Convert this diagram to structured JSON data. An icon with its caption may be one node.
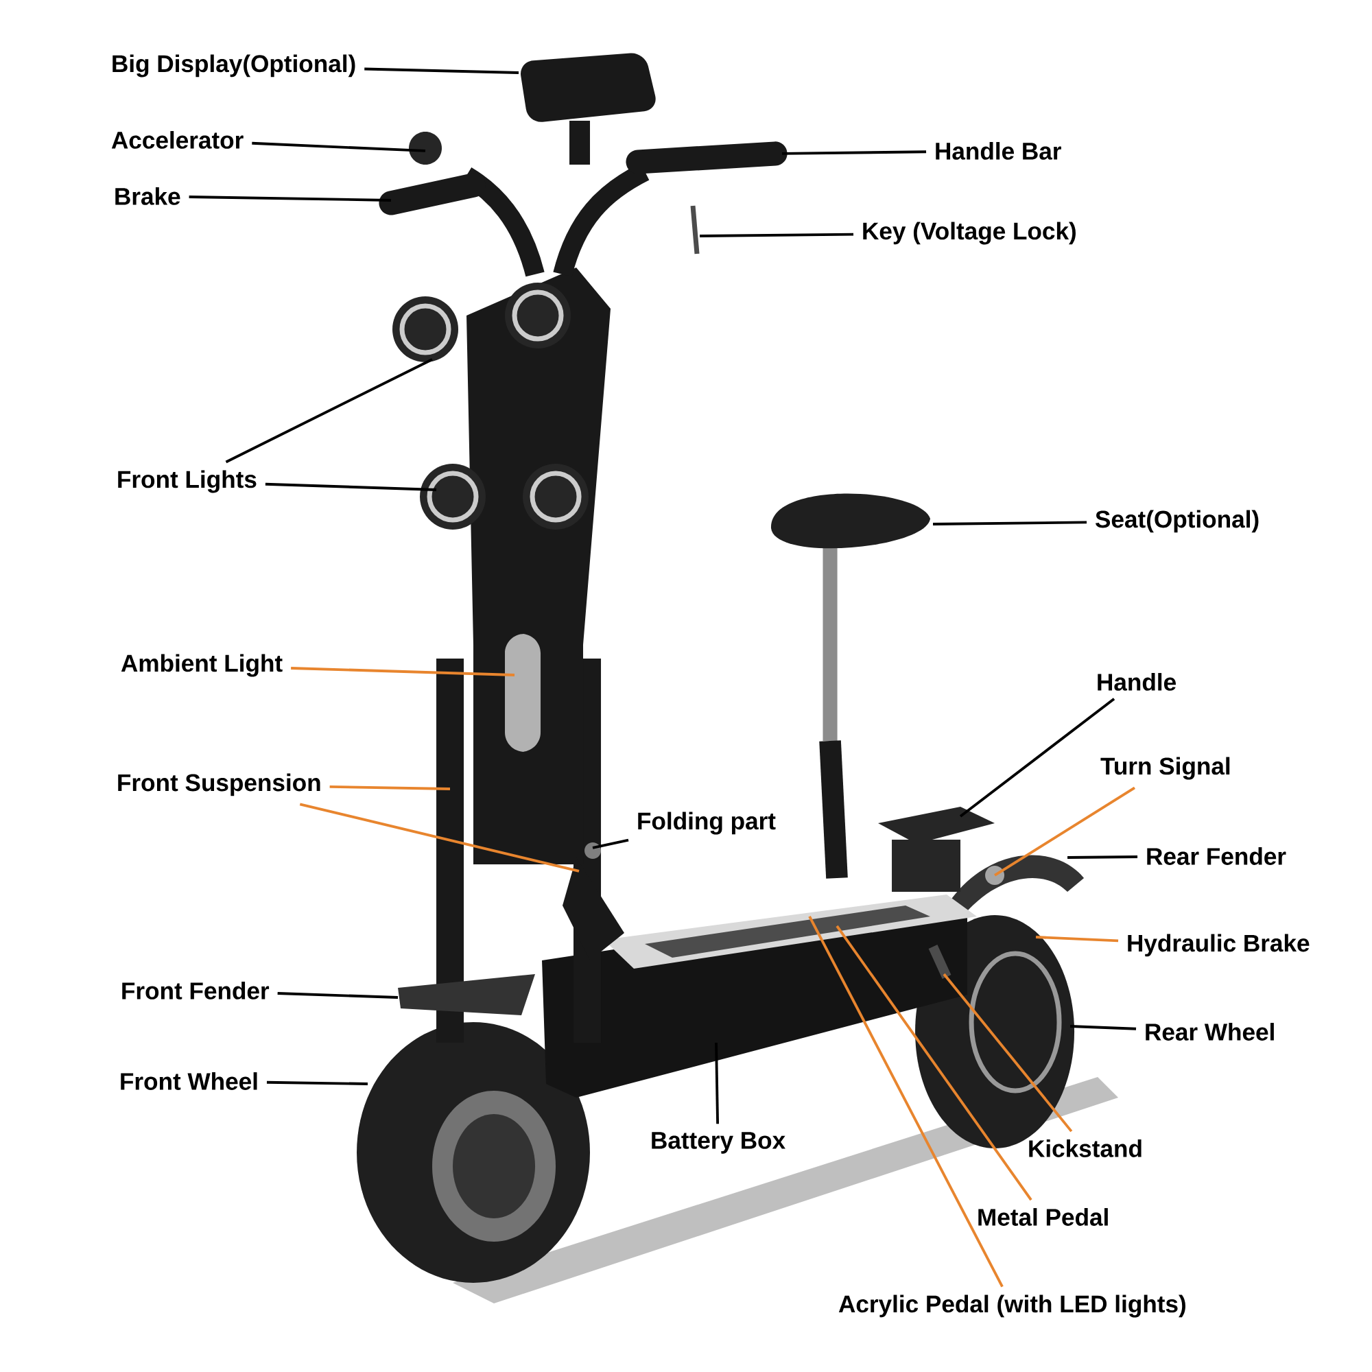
{
  "diagram": {
    "nodes": [
      {
        "text": [
          "Big Display(Optional)"
        ]
      },
      {
        "text": [
          "Accelerator"
        ]
      },
      {
        "text": [
          "Brake"
        ]
      },
      {
        "text": [
          "Handle Bar"
        ]
      },
      {
        "text": [
          "Key (Voltage Lock)"
        ]
      },
      {
        "text": [
          "Front Lights"
        ]
      },
      {
        "text": [
          "Seat(Optional)"
        ]
      },
      {
        "text": [
          "Ambient Light"
        ]
      },
      {
        "text": [
          "Handle"
        ]
      },
      {
        "text": [
          "Turn Signal"
        ]
      },
      {
        "text": [
          "Front Suspension"
        ]
      },
      {
        "text": [
          "Folding part"
        ]
      },
      {
        "text": [
          "Rear Fender"
        ]
      },
      {
        "text": [
          "Front Fender"
        ]
      },
      {
        "text": [
          "Hydraulic Brake"
        ]
      },
      {
        "text": [
          "Rear Wheel"
        ]
      },
      {
        "text": [
          "Front Wheel"
        ]
      },
      {
        "text": [
          "Battery Box"
        ]
      },
      {
        "text": [
          "Kickstand"
        ]
      },
      {
        "text": [
          "Metal Pedal"
        ]
      },
      {
        "text": [
          "Acrylic Pedal (with LED lights)"
        ]
      }
    ],
    "edges": [
      {
        "from": 0,
        "to": null,
        "arrow": "none"
      },
      {
        "from": 1,
        "to": null,
        "arrow": "none"
      },
      {
        "from": 2,
        "to": null,
        "arrow": "none"
      },
      {
        "from": 3,
        "to": null,
        "arrow": "none"
      },
      {
        "from": 4,
        "to": null,
        "arrow": "none"
      },
      {
        "from": 5,
        "to": null,
        "arrow": "none"
      },
      {
        "from": 5,
        "to": null,
        "arrow": "none"
      },
      {
        "from": 6,
        "to": null,
        "arrow": "none"
      },
      {
        "from": 7,
        "to": null,
        "arrow": "none",
        "color": "#e8852e"
      },
      {
        "from": 8,
        "to": null,
        "arrow": "none"
      },
      {
        "from": 9,
        "to": null,
        "arrow": "none",
        "color": "#e8852e"
      },
      {
        "from": 10,
        "to": null,
        "arrow": "none",
        "color": "#e8852e"
      },
      {
        "from": 10,
        "to": null,
        "arrow": "none",
        "color": "#e8852e"
      },
      {
        "from": 11,
        "to": null,
        "arrow": "none"
      },
      {
        "from": 12,
        "to": null,
        "arrow": "none"
      },
      {
        "from": 13,
        "to": null,
        "arrow": "none"
      },
      {
        "from": 14,
        "to": null,
        "arrow": "none",
        "color": "#e8852e"
      },
      {
        "from": 15,
        "to": null,
        "arrow": "none"
      },
      {
        "from": 16,
        "to": null,
        "arrow": "none"
      },
      {
        "from": 17,
        "to": null,
        "arrow": "none"
      },
      {
        "from": 18,
        "to": null,
        "arrow": "none",
        "color": "#e8852e"
      },
      {
        "from": 19,
        "to": null,
        "arrow": "none",
        "color": "#e8852e"
      },
      {
        "from": 20,
        "to": null,
        "arrow": "none",
        "color": "#e8852e"
      }
    ]
  }
}
